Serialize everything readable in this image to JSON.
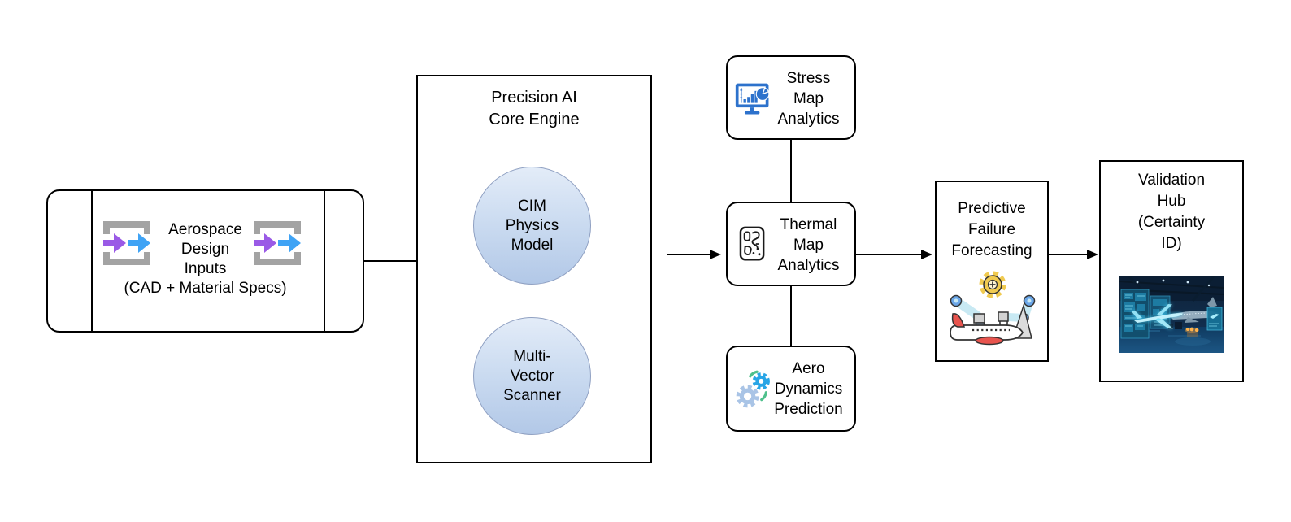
{
  "diagram": {
    "nodes": {
      "input": {
        "label": "Aerospace\nDesign\nInputs\n(CAD + Material Specs)",
        "icon": "transfer-arrows-icon"
      },
      "engine": {
        "title": "Precision AI\nCore Engine",
        "circles": [
          {
            "label": "CIM\nPhysics\nModel"
          },
          {
            "label": "Multi-\nVector\nScanner"
          }
        ]
      },
      "stress": {
        "label": "Stress\nMap\nAnalytics",
        "icon": "monitor-charts-icon"
      },
      "thermal": {
        "label": "Thermal\nMap\nAnalytics",
        "icon": "thermal-map-icon"
      },
      "aero": {
        "label": "Aero\nDynamics\nPrediction",
        "icon": "sync-gears-icon"
      },
      "forecast": {
        "label": "Predictive\nFailure\nForecasting",
        "icon": "robotic-arms-airplane-icon"
      },
      "validation": {
        "label": "Validation\nHub\n(Certainty\nID)",
        "image": "hangar-hologram-airplane-photo"
      }
    },
    "colors": {
      "background": "#ffffff",
      "node_border": "#000000",
      "circle_fill_top": "#e3ecf8",
      "circle_fill_bottom": "#b2c8e7",
      "circle_border": "#8fa0c2",
      "bracket_gray": "#a3a3a3",
      "arrow_purple": "#9a5ae6",
      "arrow_blue": "#3fa3f5",
      "monitor_blue": "#2d72cc",
      "thermal_black": "#1a1a1a",
      "gear_light_blue": "#a9c4e6",
      "gear_bright_blue": "#28a5e6",
      "sync_green": "#4fc08c",
      "gear_yellow": "#f0ca50",
      "arm_cyan": "#c8e9f3",
      "joint_blue": "#6aa6e8",
      "plane_red": "#e8544e",
      "photo_bg_blue": "#0d2036",
      "hologram_cyan": "#aef4ff",
      "photo_orange": "#f6a23c"
    }
  }
}
